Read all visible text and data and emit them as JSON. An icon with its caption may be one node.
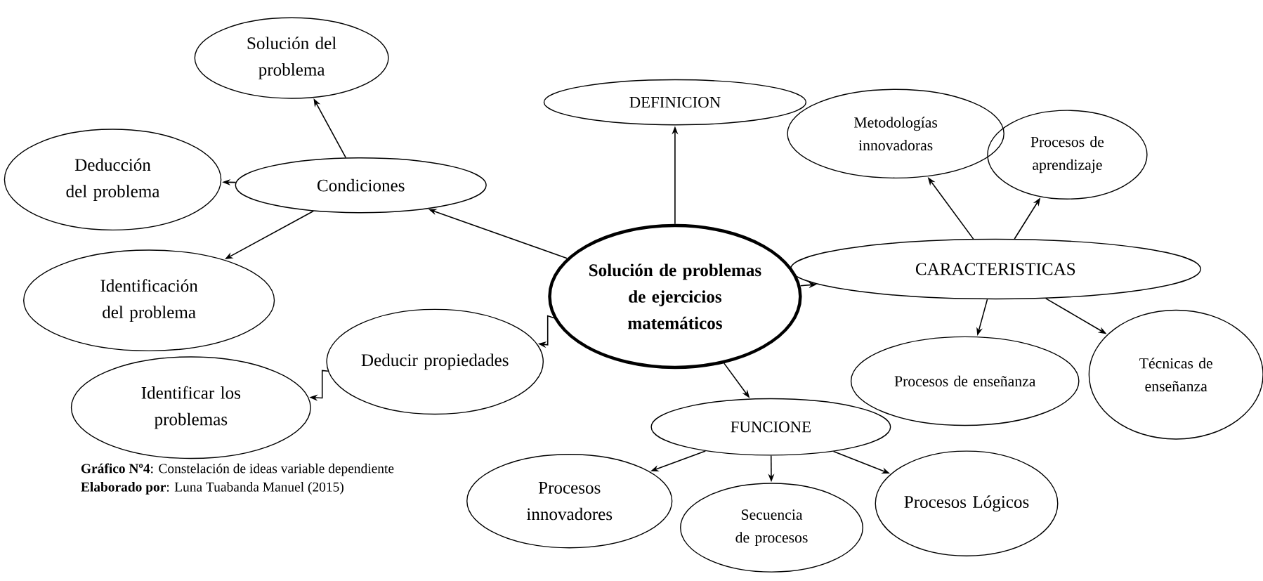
{
  "diagram": {
    "nodes": [
      {
        "text": [
          "Solución del problema"
        ]
      },
      {
        "text": [
          "DEFINICION"
        ]
      },
      {
        "text": [
          "Deducción del problema"
        ]
      },
      {
        "text": [
          "Condiciones"
        ]
      },
      {
        "text": [
          "Metodologías innovadoras"
        ]
      },
      {
        "text": [
          "Procesos de aprendizaje"
        ]
      },
      {
        "text": [
          "Solución de problemas de ejercicios matemáticos"
        ]
      },
      {
        "text": [
          "CARACTERISTICAS"
        ]
      },
      {
        "text": [
          "Identificación del problema"
        ]
      },
      {
        "text": [
          "Deducir propiedades"
        ]
      },
      {
        "text": [
          "Identificar los problemas"
        ]
      },
      {
        "text": [
          "Procesos de enseñanza"
        ]
      },
      {
        "text": [
          "Técnicas de enseñanza"
        ]
      },
      {
        "text": [
          "FUNCIONE"
        ]
      },
      {
        "text": [
          "Procesos innovadores"
        ]
      },
      {
        "text": [
          "Secuencia de procesos"
        ]
      },
      {
        "text": [
          "Procesos Lógicos"
        ]
      }
    ],
    "edges": [
      {
        "from": 6,
        "to": 3,
        "arrow": "to"
      },
      {
        "from": 6,
        "to": 1,
        "arrow": "to"
      },
      {
        "from": 3,
        "to": 0,
        "arrow": "to"
      },
      {
        "from": 3,
        "to": 2,
        "arrow": "to"
      },
      {
        "from": 3,
        "to": 8,
        "arrow": "to"
      },
      {
        "from": 6,
        "to": 9,
        "arrow": "to"
      },
      {
        "from": 9,
        "to": 10,
        "arrow": "to"
      },
      {
        "from": 6,
        "to": 7,
        "arrow": "to"
      },
      {
        "from": 7,
        "to": 4,
        "arrow": "to"
      },
      {
        "from": 7,
        "to": 5,
        "arrow": "to"
      },
      {
        "from": 7,
        "to": 11,
        "arrow": "to"
      },
      {
        "from": 7,
        "to": 12,
        "arrow": "to"
      },
      {
        "from": 6,
        "to": 13,
        "arrow": "to"
      },
      {
        "from": 13,
        "to": 14,
        "arrow": "to"
      },
      {
        "from": 13,
        "to": 15,
        "arrow": "to"
      },
      {
        "from": 13,
        "to": 16,
        "arrow": "to"
      }
    ],
    "labels": [
      "**Gráfico Nº4**: Constelación de ideas variable dependiente",
      "**Elaborado por**: Luna Tuabanda Manuel (2015)"
    ]
  }
}
